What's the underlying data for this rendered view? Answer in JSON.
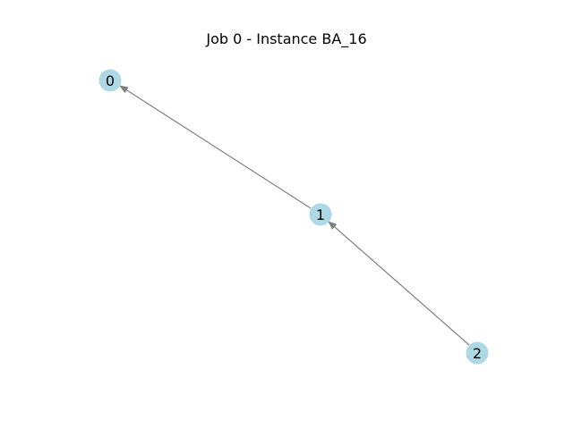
{
  "title": "Job 0 - Instance BA_16",
  "style": {
    "node_fill": "#add8e6",
    "edge_color": "#808080",
    "label_color": "#000000"
  },
  "graph": {
    "directed": true,
    "nodes": [
      {
        "id": "0",
        "label": "0"
      },
      {
        "id": "1",
        "label": "1"
      },
      {
        "id": "2",
        "label": "2"
      }
    ],
    "edges": [
      {
        "source": "1",
        "target": "0"
      },
      {
        "source": "2",
        "target": "1"
      }
    ]
  }
}
